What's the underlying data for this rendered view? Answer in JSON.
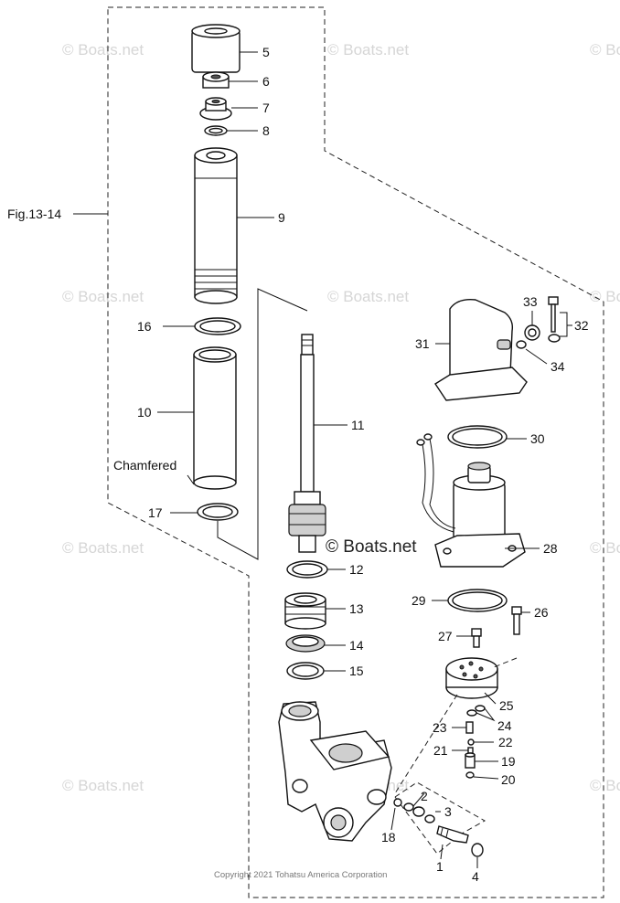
{
  "figure_ref": "Fig.13-14",
  "note_chamfered": "Chamfered",
  "watermark": "© Boats.net",
  "copyright": "Copyright 2021 Tohatsu America Corporation",
  "callouts": [
    {
      "id": "1",
      "label": "1"
    },
    {
      "id": "2",
      "label": "2"
    },
    {
      "id": "3",
      "label": "3"
    },
    {
      "id": "4",
      "label": "4"
    },
    {
      "id": "5",
      "label": "5"
    },
    {
      "id": "6",
      "label": "6"
    },
    {
      "id": "7",
      "label": "7"
    },
    {
      "id": "8",
      "label": "8"
    },
    {
      "id": "9",
      "label": "9"
    },
    {
      "id": "10",
      "label": "10"
    },
    {
      "id": "11",
      "label": "11"
    },
    {
      "id": "12",
      "label": "12"
    },
    {
      "id": "13",
      "label": "13"
    },
    {
      "id": "14",
      "label": "14"
    },
    {
      "id": "15",
      "label": "15"
    },
    {
      "id": "16",
      "label": "16"
    },
    {
      "id": "17",
      "label": "17"
    },
    {
      "id": "18",
      "label": "18"
    },
    {
      "id": "19",
      "label": "19"
    },
    {
      "id": "20",
      "label": "20"
    },
    {
      "id": "21",
      "label": "21"
    },
    {
      "id": "22",
      "label": "22"
    },
    {
      "id": "23",
      "label": "23"
    },
    {
      "id": "24",
      "label": "24"
    },
    {
      "id": "25",
      "label": "25"
    },
    {
      "id": "26",
      "label": "26"
    },
    {
      "id": "27",
      "label": "27"
    },
    {
      "id": "28",
      "label": "28"
    },
    {
      "id": "29",
      "label": "29"
    },
    {
      "id": "30",
      "label": "30"
    },
    {
      "id": "31",
      "label": "31"
    },
    {
      "id": "32",
      "label": "32"
    },
    {
      "id": "33",
      "label": "33"
    },
    {
      "id": "34",
      "label": "34"
    }
  ]
}
